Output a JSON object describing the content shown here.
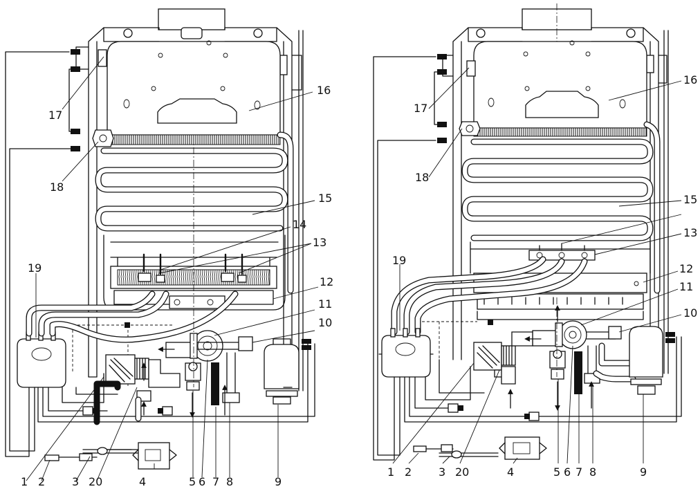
{
  "diagram": {
    "left_view": {
      "callouts": [
        "1",
        "2",
        "3",
        "20",
        "4",
        "5",
        "6",
        "7",
        "8",
        "9",
        "10",
        "11",
        "12",
        "13",
        "14",
        "15",
        "16",
        "17",
        "18",
        "19"
      ]
    },
    "right_view": {
      "callouts": [
        "1",
        "2",
        "3",
        "20",
        "4",
        "5",
        "6",
        "7",
        "8",
        "9",
        "10",
        "11",
        "12",
        "13",
        "15",
        "16",
        "17",
        "18",
        "19"
      ]
    }
  }
}
